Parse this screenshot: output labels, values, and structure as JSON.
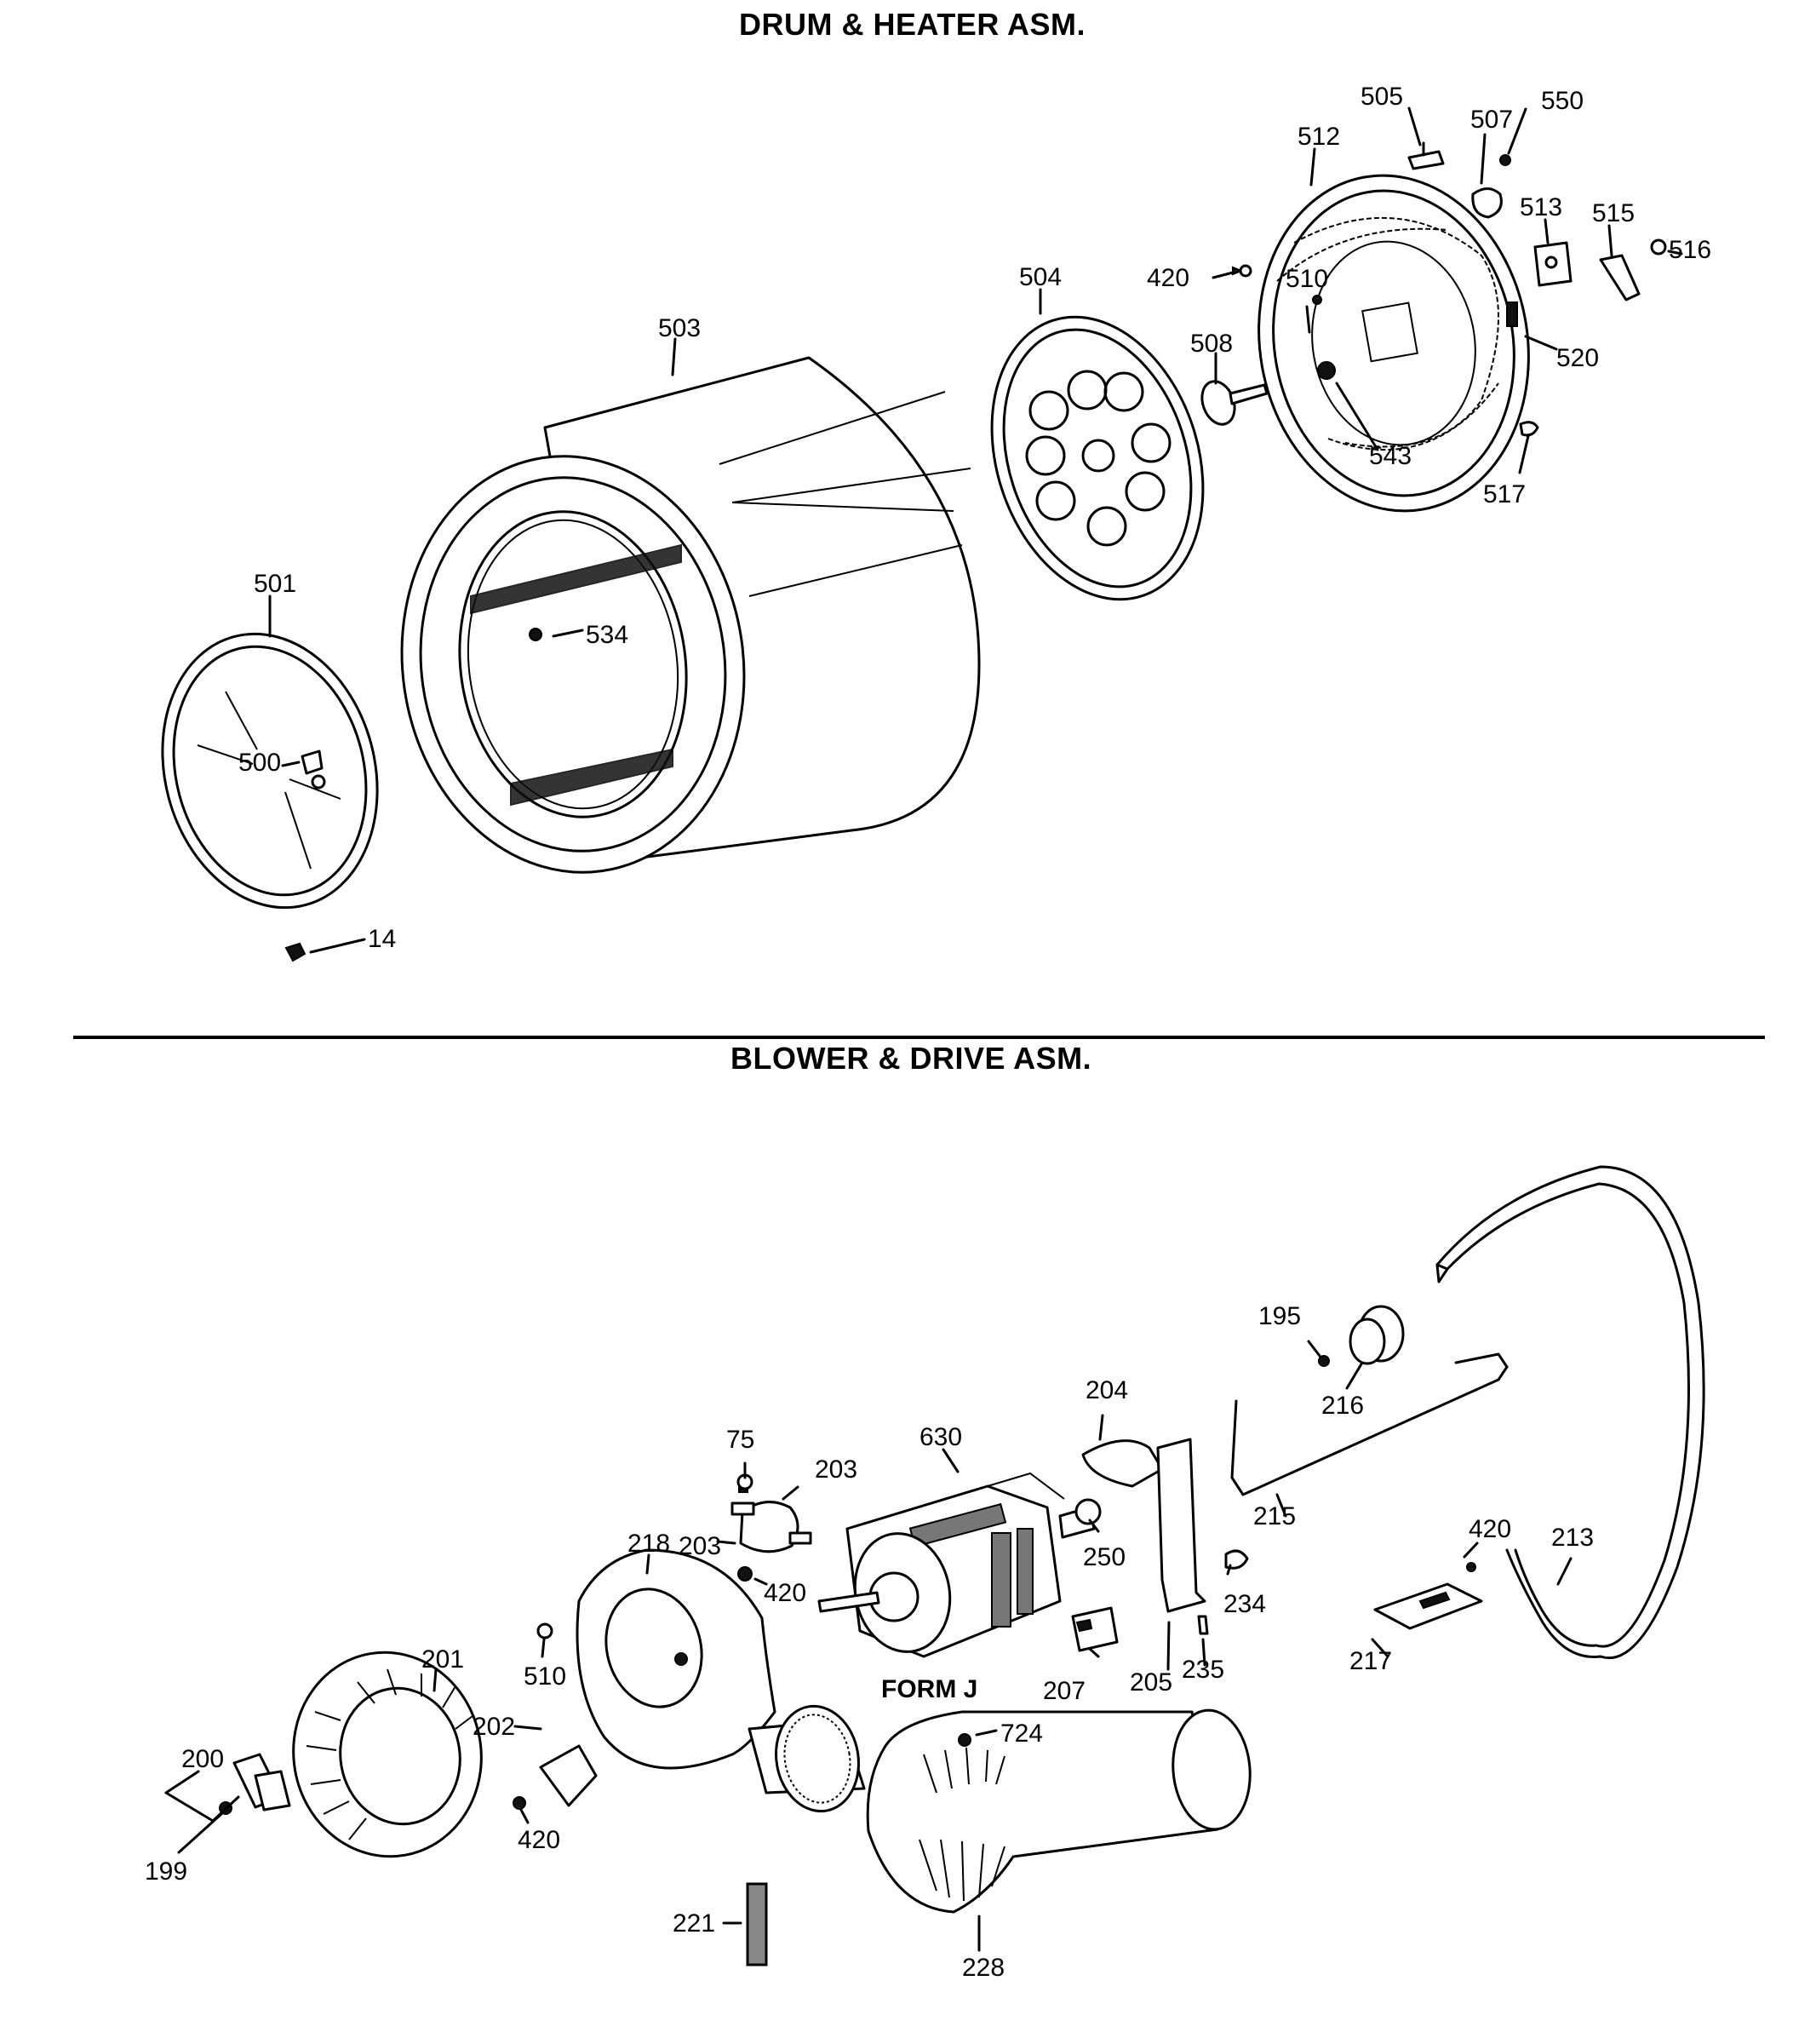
{
  "sections": {
    "top_title": "DRUM & HEATER ASM.",
    "bottom_title": "BLOWER & DRIVE ASM."
  },
  "form_label": "FORM J",
  "drum_labels": {
    "505": "505",
    "507": "507",
    "550": "550",
    "512": "512",
    "513": "513",
    "515": "515",
    "516": "516",
    "504": "504",
    "420": "420",
    "510": "510",
    "503": "503",
    "508": "508",
    "520": "520",
    "543": "543",
    "517": "517",
    "501": "501",
    "534": "534",
    "500": "500",
    "14": "14"
  },
  "blower_labels": {
    "195": "195",
    "216": "216",
    "204": "204",
    "630": "630",
    "75": "75",
    "203a": "203",
    "203b": "203",
    "218": "218",
    "420a": "420",
    "250": "250",
    "215": "215",
    "420b": "420",
    "213": "213",
    "234": "234",
    "201": "201",
    "510": "510",
    "207": "207",
    "205": "205",
    "235": "235",
    "217": "217",
    "200": "200",
    "202": "202",
    "724": "724",
    "199": "199",
    "420c": "420",
    "221": "221",
    "228": "228"
  }
}
